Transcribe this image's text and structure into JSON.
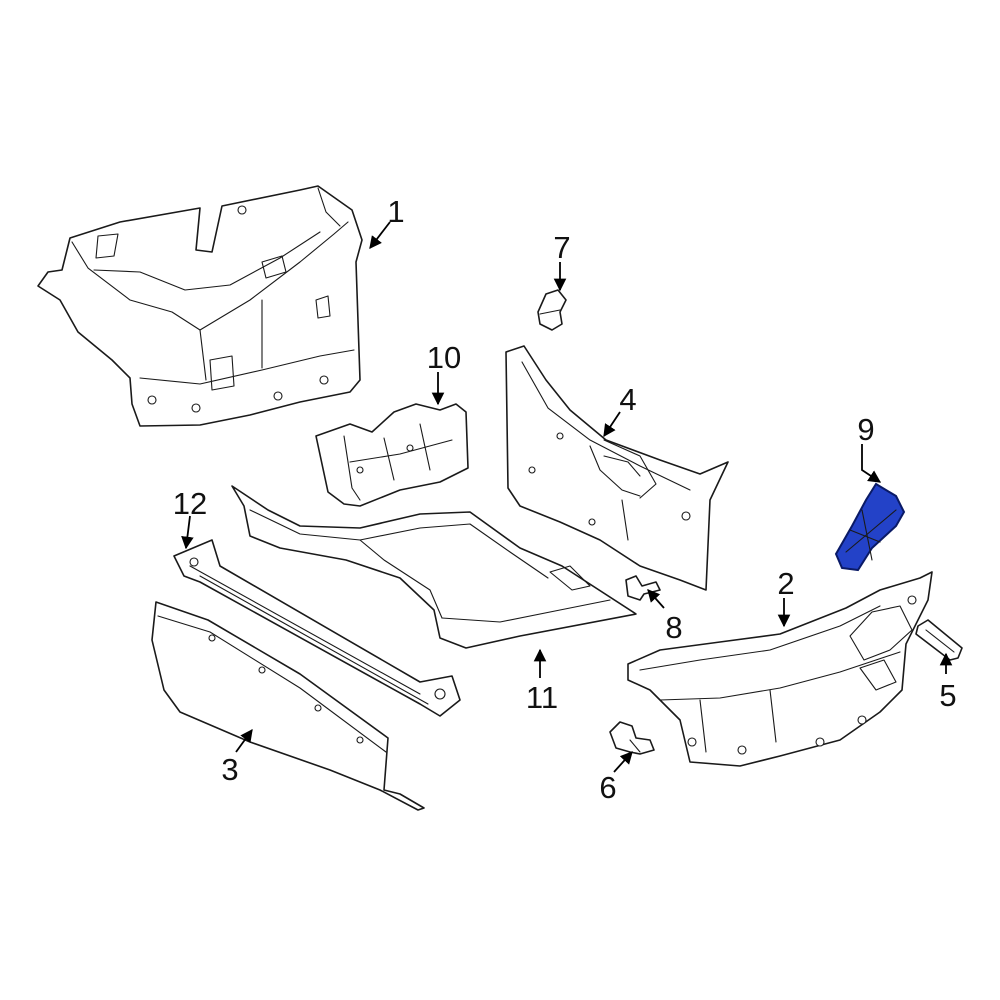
{
  "callouts": {
    "c1": "1",
    "c2": "2",
    "c3": "3",
    "c4": "4",
    "c5": "5",
    "c6": "6",
    "c7": "7",
    "c8": "8",
    "c9": "9",
    "c10": "10",
    "c11": "11",
    "c12": "12"
  },
  "colors": {
    "highlight_fill": "#2342c8",
    "highlight_stroke": "#0a1a66",
    "line": "#1a1a1a",
    "background": "#ffffff"
  },
  "highlighted_part": "9"
}
